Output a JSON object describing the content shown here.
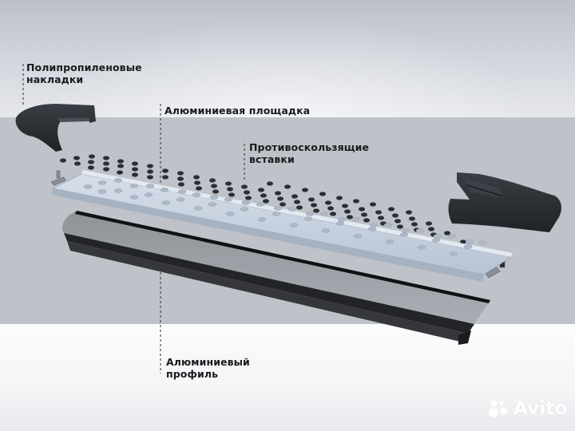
{
  "labels": {
    "covers": {
      "line1": "Полипропиленовые",
      "line2": "накладки"
    },
    "platform": {
      "line1": "Алюминиевая площадка"
    },
    "inserts": {
      "line1": "Противоскользящие",
      "line2": "вставки"
    },
    "profile": {
      "line1": "Алюминиевый",
      "line2": "профиль"
    }
  },
  "watermark": {
    "text": "Avito",
    "icon": "avito-dots-logo"
  },
  "colors": {
    "background_band": "#bfc3c9",
    "label_text": "#1a1b1e",
    "platform_surface": "#c9d3e0",
    "caps_and_inserts": "#2b2e33",
    "profile_dark": "#1e1f21"
  }
}
